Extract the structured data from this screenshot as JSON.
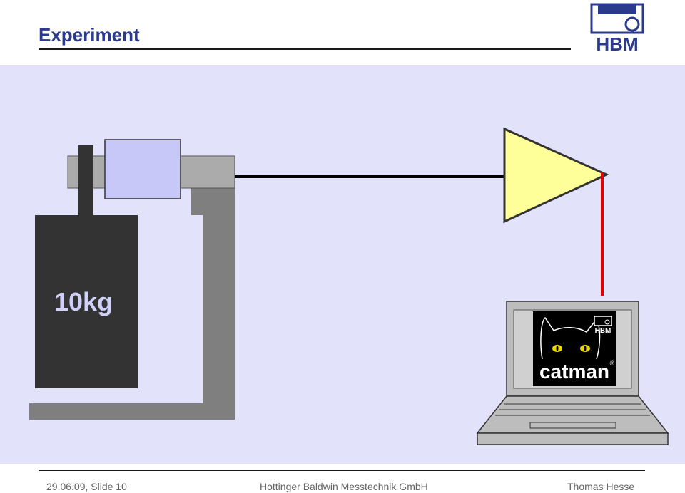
{
  "header": {
    "title": "Experiment",
    "logo_text": "HBM"
  },
  "diagram": {
    "weight_label": "10kg",
    "screen_logo_text": "HBM",
    "app_name": "catman",
    "registered_mark": "®",
    "colors": {
      "background": "#e2e2fa",
      "weight": "#333333",
      "sensor": "#c8c8f8",
      "beam": "#ababab",
      "support": "#7f7f7f",
      "amplifier": "#ffff99",
      "signal_cable": "#e00000",
      "input_cable": "#000000"
    }
  },
  "footer": {
    "left": "29.06.09, Slide 10",
    "center": "Hottinger Baldwin Messtechnik GmbH",
    "right": "Thomas Hesse"
  }
}
